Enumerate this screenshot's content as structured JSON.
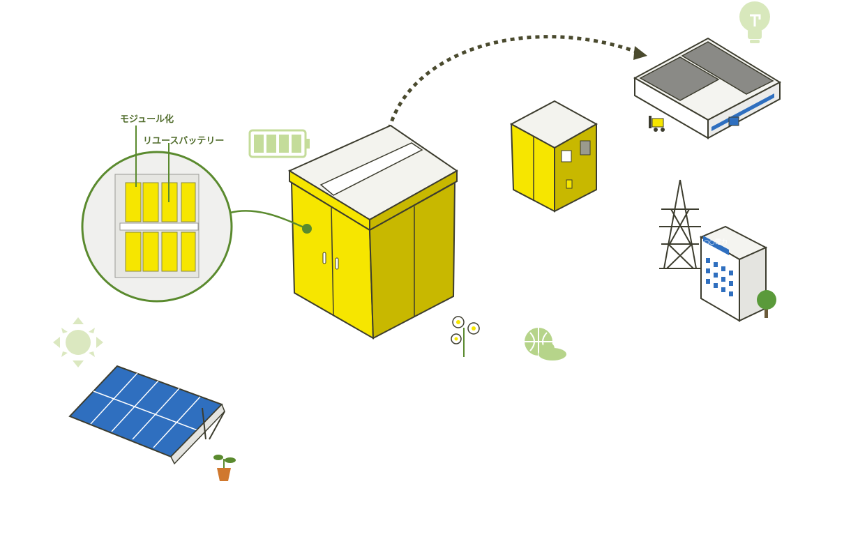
{
  "labels": {
    "module": "モジュール化",
    "reuse_battery": "リユースバッテリー"
  },
  "building_sign": "○○電力",
  "colors": {
    "cabinet_yellow": "#f6e600",
    "cabinet_side": "#c8b800",
    "cabinet_roof": "#f3f3ee",
    "outline": "#3c3c2e",
    "accent_green": "#5a8a2e",
    "light_green": "#c4dc9a",
    "solar_blue": "#2f6fbf",
    "arrow": "#4a4a2e"
  },
  "icons": [
    "sun-icon",
    "battery-icon",
    "lightbulb-icon",
    "globe-cloud-icon",
    "flower-icon",
    "sprout-icon",
    "tree-icon",
    "forklift-icon"
  ]
}
